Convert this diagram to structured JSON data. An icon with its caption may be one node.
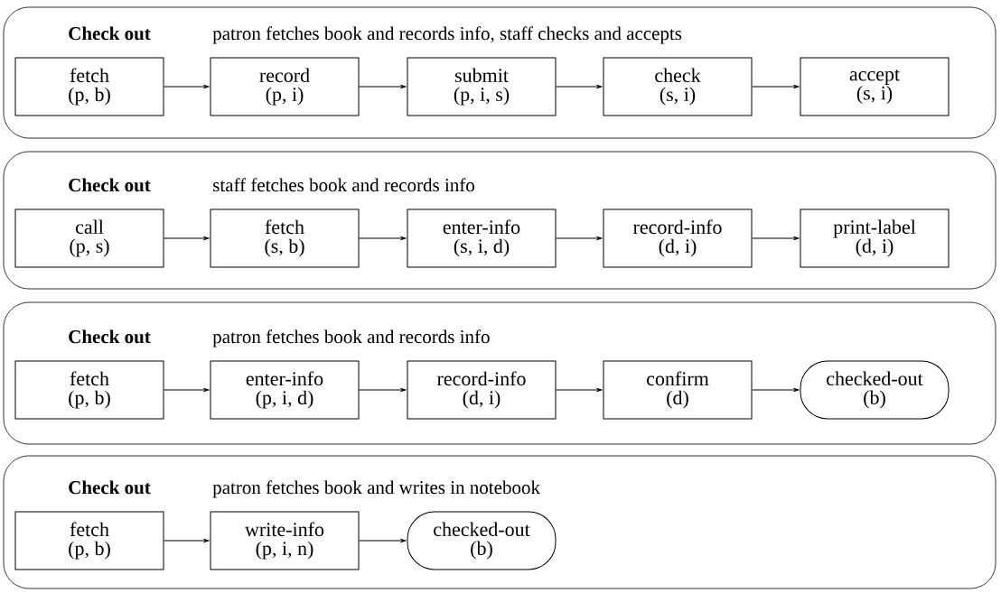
{
  "diagram": {
    "nodes": [
      {
        "text": [
          "Check out",
          "patron fetches book and records info, staff checks and accepts"
        ]
      },
      {
        "text": [
          "fetch",
          "(p, b)"
        ],
        "in": 0
      },
      {
        "text": [
          "record",
          "(p, i)"
        ],
        "in": 0
      },
      {
        "text": [
          "submit",
          "(p, i, s)"
        ],
        "in": 0
      },
      {
        "text": [
          "check",
          "(s, i)"
        ],
        "in": 0
      },
      {
        "text": [
          "accept",
          "(s, i)"
        ],
        "in": 0
      },
      {
        "text": [
          "Check out",
          "staff fetches book and records info"
        ]
      },
      {
        "text": [
          "call",
          "(p, s)"
        ],
        "in": 6
      },
      {
        "text": [
          "fetch",
          "(s, b)"
        ],
        "in": 6
      },
      {
        "text": [
          "enter-info",
          "(s, i, d)"
        ],
        "in": 6
      },
      {
        "text": [
          "record-info",
          "(d, i)"
        ],
        "in": 6
      },
      {
        "text": [
          "print-label",
          "(d, i)"
        ],
        "in": 6
      },
      {
        "text": [
          "Check out",
          "patron fetches book and records info"
        ]
      },
      {
        "text": [
          "fetch",
          "(p, b)"
        ],
        "in": 12
      },
      {
        "text": [
          "enter-info",
          "(p, i, d)"
        ],
        "in": 12
      },
      {
        "text": [
          "record-info",
          "(d, i)"
        ],
        "in": 12
      },
      {
        "text": [
          "confirm",
          "(d)"
        ],
        "in": 12
      },
      {
        "text": [
          "checked-out",
          "(b)"
        ],
        "in": 12
      },
      {
        "text": [
          "Check out",
          "patron fetches book and writes in notebook"
        ]
      },
      {
        "text": [
          "fetch",
          "(p, b)"
        ],
        "in": 18
      },
      {
        "text": [
          "write-info",
          "(p, i, n)"
        ],
        "in": 18
      },
      {
        "text": [
          "checked-out",
          "(b)"
        ],
        "in": 18
      }
    ],
    "edges": [
      {
        "from": 1,
        "to": 2,
        "arrow": "to"
      },
      {
        "from": 2,
        "to": 3,
        "arrow": "to"
      },
      {
        "from": 3,
        "to": 4,
        "arrow": "to"
      },
      {
        "from": 4,
        "to": 5,
        "arrow": "to"
      },
      {
        "from": 7,
        "to": 8,
        "arrow": "to"
      },
      {
        "from": 8,
        "to": 9,
        "arrow": "to"
      },
      {
        "from": 9,
        "to": 10,
        "arrow": "to"
      },
      {
        "from": 10,
        "to": 11,
        "arrow": "to"
      },
      {
        "from": 13,
        "to": 14,
        "arrow": "to"
      },
      {
        "from": 14,
        "to": 15,
        "arrow": "to"
      },
      {
        "from": 15,
        "to": 16,
        "arrow": "to"
      },
      {
        "from": 16,
        "to": 17,
        "arrow": "to"
      },
      {
        "from": 19,
        "to": 20,
        "arrow": "to"
      },
      {
        "from": 20,
        "to": 21,
        "arrow": "to"
      }
    ]
  }
}
